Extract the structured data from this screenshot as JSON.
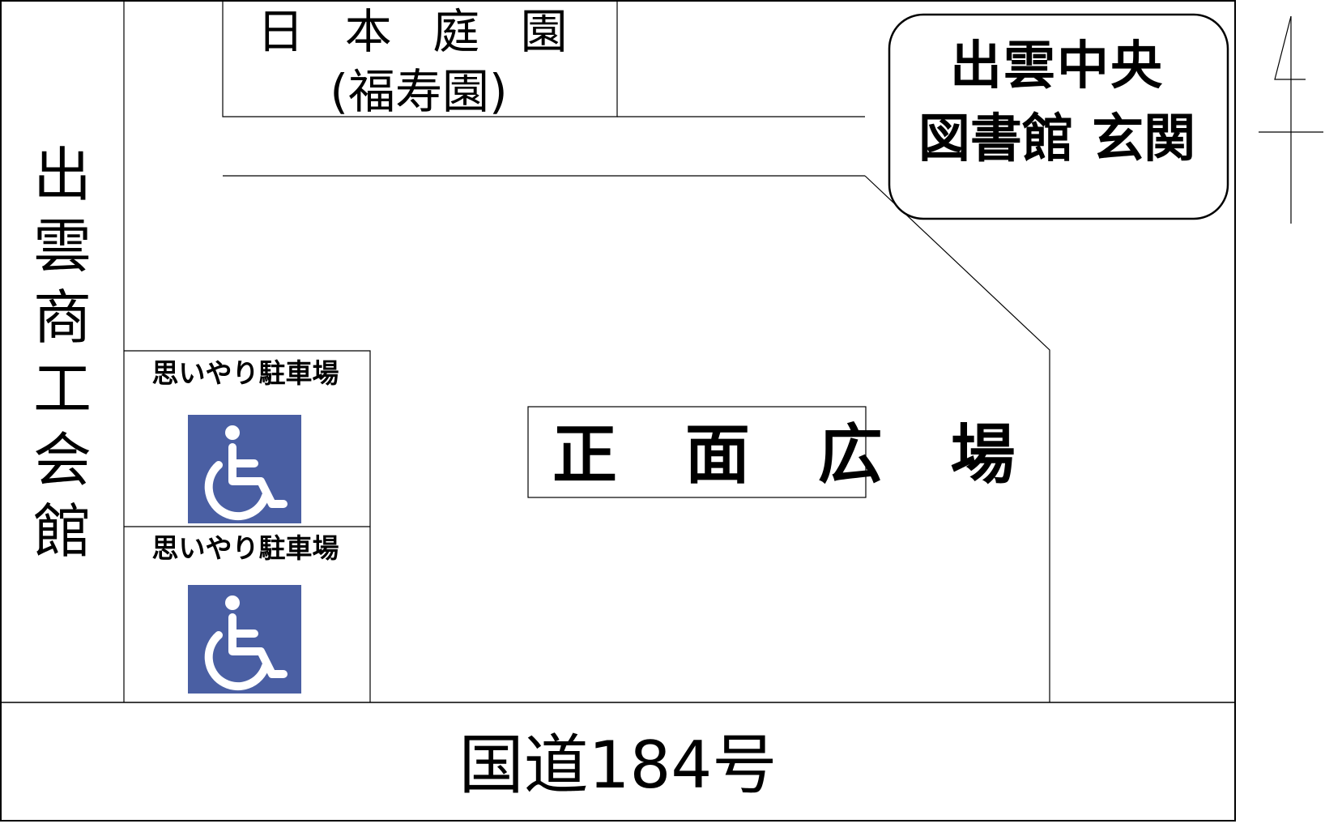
{
  "labels": {
    "garden_name": "日 本 庭 園",
    "garden_alias": "(福寿園)",
    "library_line1": "出雲中央",
    "library_line2": "図書館 玄関",
    "chamber_hall": "出雲商工会館",
    "parking_1": "思いやり駐車場",
    "parking_2": "思いやり駐車場",
    "plaza": "正 面 広 場",
    "road": "国道184号"
  },
  "icons": {
    "wheelchair": "wheelchair-accessible-icon",
    "north_arrow": "north-arrow-icon"
  },
  "colors": {
    "line": "#000000",
    "accessible_sign": "#4a5fa3",
    "sign_symbol": "#ffffff"
  }
}
